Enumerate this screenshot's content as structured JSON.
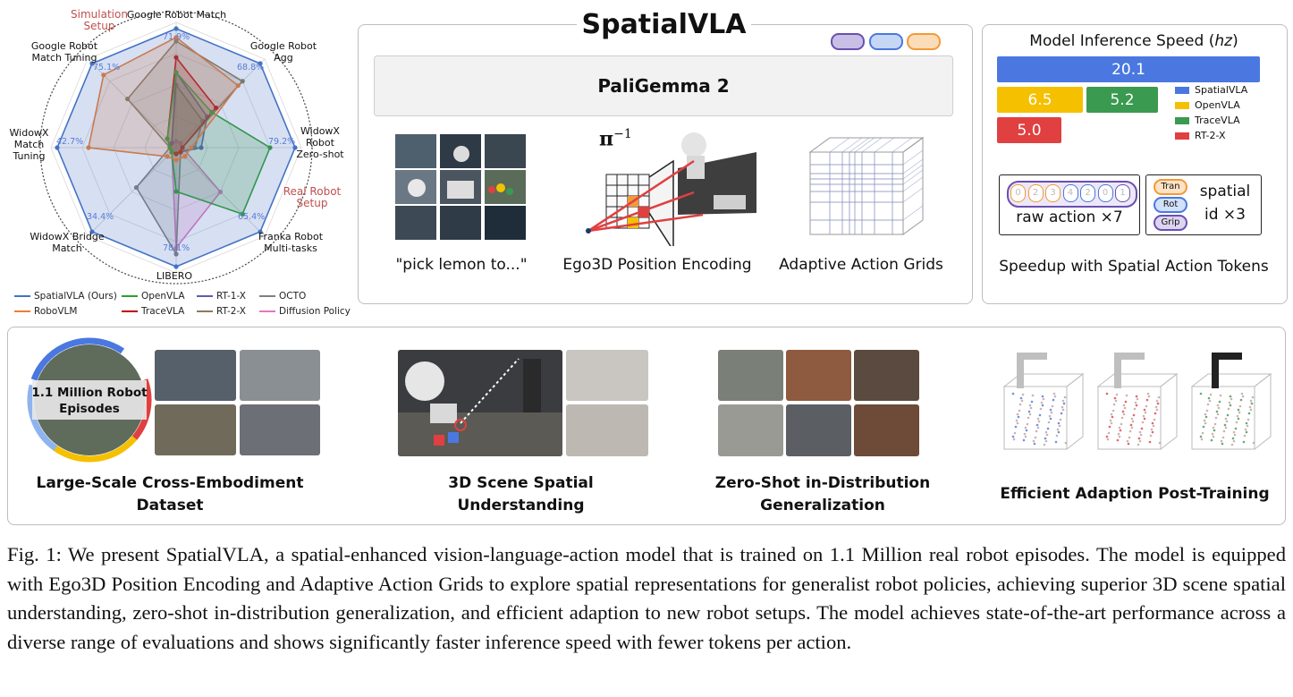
{
  "radar": {
    "axes": [
      {
        "label": "Google Robot Match"
      },
      {
        "label": "Google Robot\nAgg"
      },
      {
        "label": "WidowX\nRobot\nZero-shot"
      },
      {
        "label": "Franka Robot\nMulti-tasks"
      },
      {
        "label": "LIBERO"
      },
      {
        "label": "WidowX Bridge\nMatch"
      },
      {
        "label": "WidowX\nMatch\nTuning"
      },
      {
        "label": "Google Robot\nMatch Tuning"
      }
    ],
    "value_labels": [
      "71.9%",
      "68.8%",
      "79.2%",
      "65.4%",
      "78.1%",
      "34.4%",
      "42.7%",
      "75.1%"
    ],
    "annotations": {
      "sim": "Simulation\nSetup",
      "real": "Real Robot\nSetup"
    },
    "series": [
      {
        "name": "SpatialVLA (Ours)",
        "color": "#4472c4",
        "values": [
          0.95,
          0.95,
          0.95,
          0.95,
          0.95,
          0.95,
          0.95,
          0.95
        ]
      },
      {
        "name": "RoboVLM",
        "color": "#ed7d31",
        "values": [
          0.88,
          0.7,
          0.12,
          0.1,
          0.1,
          0.1,
          0.7,
          0.82
        ]
      },
      {
        "name": "OpenVLA",
        "color": "#2ca02c",
        "values": [
          0.6,
          0.4,
          0.75,
          0.75,
          0.35,
          0.05,
          0.05,
          0.1
        ]
      },
      {
        "name": "TraceVLA",
        "color": "#c00000",
        "values": [
          0.72,
          0.45,
          0.05,
          0.05,
          0.05,
          0.05,
          0.05,
          0.1
        ]
      },
      {
        "name": "RT-1-X",
        "color": "#5b5fa8",
        "values": [
          0.6,
          0.35,
          0.2,
          0.05,
          0.05,
          0.05,
          0.05,
          0.05
        ]
      },
      {
        "name": "RT-2-X",
        "color": "#8c7b5a",
        "values": [
          0.85,
          0.75,
          0.05,
          0.05,
          0.05,
          0.05,
          0.05,
          0.55
        ]
      },
      {
        "name": "OCTO",
        "color": "#7f7f7f",
        "values": [
          0.5,
          0.3,
          0.15,
          0.05,
          0.85,
          0.45,
          0.05,
          0.05
        ]
      },
      {
        "name": "Diffusion Policy",
        "color": "#e377c2",
        "values": [
          0.05,
          0.05,
          0.05,
          0.5,
          0.8,
          0.05,
          0.05,
          0.05
        ]
      }
    ]
  },
  "center": {
    "title": "SpatialVLA",
    "backbone": "PaliGemma 2",
    "prompt_label": "\"pick lemon to...\"",
    "ego3d_label": "Ego3D Position Encoding",
    "grids_label": "Adaptive Action Grids",
    "pi_symbol": "π",
    "pi_exp": "−1"
  },
  "speed": {
    "title_main": "Model Inference Speed (",
    "title_unit": "hz",
    "title_end": ")",
    "bars": [
      {
        "name": "SpatialVLA",
        "value": 20.1,
        "label": "20.1",
        "color": "#4a78e0"
      },
      {
        "name": "OpenVLA",
        "value": 6.5,
        "label": "6.5",
        "color": "#f5c000"
      },
      {
        "name": "TraceVLA",
        "value": 5.2,
        "label": "5.2",
        "color": "#3a9a50"
      },
      {
        "name": "RT-2-X",
        "value": 5.0,
        "label": "5.0",
        "color": "#e04040"
      }
    ],
    "raw_digits": [
      "0",
      "2",
      "3",
      "4",
      "2",
      "0",
      "1"
    ],
    "raw_label": "raw action ×7",
    "spatial_pills": [
      "Tran",
      "Rot",
      "Grip"
    ],
    "spatial_label_1": "spatial",
    "spatial_label_2": "id ×3",
    "footer": "Speedup with Spatial Action Tokens"
  },
  "bottom": {
    "dataset_center": "1.1 Million Robot\nEpisodes",
    "items": [
      "Large-Scale Cross-Embodiment\nDataset",
      "3D Scene Spatial\nUnderstanding",
      "Zero-Shot in-Distribution\nGeneralization",
      "Efficient Adaption Post-Training"
    ]
  },
  "caption": "Fig. 1: We present SpatialVLA, a spatial-enhanced vision-language-action model that is trained on 1.1 Million real robot episodes. The model is equipped with Ego3D Position Encoding and Adaptive Action Grids to explore spatial representations for generalist robot policies, achieving superior 3D scene spatial understanding, zero-shot in-distribution generalization, and efficient adaption to new robot setups. The model achieves state-of-the-art performance across a diverse range of evaluations and shows significantly faster inference speed with fewer tokens per action."
}
